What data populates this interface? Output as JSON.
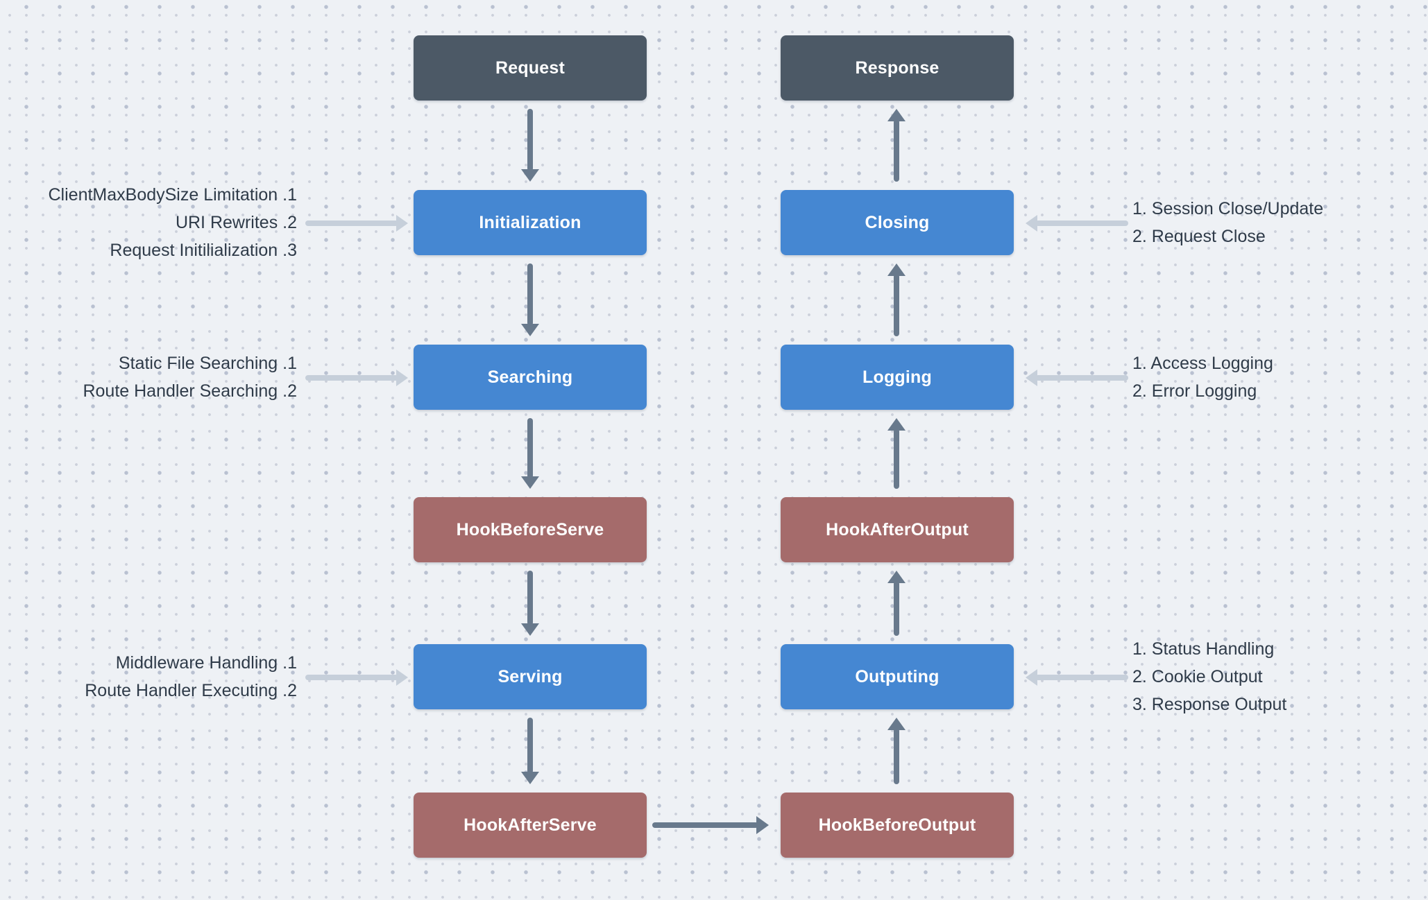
{
  "diagram": {
    "left_flow": [
      {
        "label": "Request",
        "kind": "terminal"
      },
      {
        "label": "Initialization",
        "kind": "stage"
      },
      {
        "label": "Searching",
        "kind": "stage"
      },
      {
        "label": "HookBeforeServe",
        "kind": "hook"
      },
      {
        "label": "Serving",
        "kind": "stage"
      },
      {
        "label": "HookAfterServe",
        "kind": "hook"
      }
    ],
    "right_flow": [
      {
        "label": "Response",
        "kind": "terminal"
      },
      {
        "label": "Closing",
        "kind": "stage"
      },
      {
        "label": "Logging",
        "kind": "stage"
      },
      {
        "label": "HookAfterOutput",
        "kind": "hook"
      },
      {
        "label": "Outputing",
        "kind": "stage"
      },
      {
        "label": "HookBeforeOutput",
        "kind": "hook"
      }
    ],
    "annotations": {
      "left": [
        {
          "target": "Initialization",
          "lines": [
            "ClientMaxBodySize Limitation .1",
            "URI Rewrites .2",
            "Request Initilialization .3"
          ]
        },
        {
          "target": "Searching",
          "lines": [
            "Static File Searching .1",
            "Route Handler Searching .2"
          ]
        },
        {
          "target": "Serving",
          "lines": [
            "Middleware Handling .1",
            "Route Handler Executing .2"
          ]
        }
      ],
      "right": [
        {
          "target": "Closing",
          "lines": [
            "1. Session Close/Update",
            "2. Request Close"
          ]
        },
        {
          "target": "Logging",
          "lines": [
            "1. Access Logging",
            "2. Error Logging"
          ]
        },
        {
          "target": "Outputing",
          "lines": [
            "1. Status Handling",
            "2. Cookie Output",
            "3. Response Output"
          ]
        }
      ]
    },
    "colors": {
      "background": "#eef1f5",
      "terminal_box": "#4c5966",
      "stage_box": "#4587d2",
      "hook_box": "#a56b6b",
      "flow_arrow": "#68798c",
      "annotation_arrow": "#c6cfda",
      "annotation_text": "#2f3b49",
      "box_text": "#ffffff"
    }
  }
}
